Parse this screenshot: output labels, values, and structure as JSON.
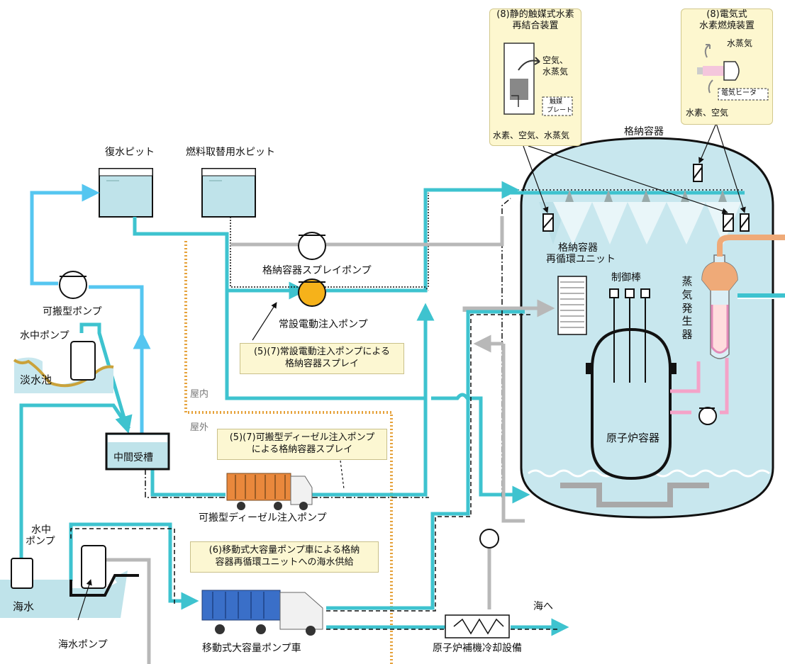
{
  "colors": {
    "water": "#3ec3cf",
    "fresh": "#55c6f0",
    "pipe_gray": "#b8b8b8",
    "vessel_fill": "#c8e7ee",
    "spray": "#b6dde6",
    "note_bg": "#fcf7d2",
    "steam_pipe": "#efaa78",
    "primary_pipe": "#f4a3c8",
    "pump_orange": "#f6b21a",
    "boundary_dots": "#e6a23b"
  },
  "labels": {
    "condensate_pit": "復水ピット",
    "refueling_pit_line1": "燃料取替用水ピット",
    "portable_pump": "可搬型ポンプ",
    "submersible_pump_top": "水中ポンプ",
    "freshwater_pond": "淡水池",
    "intermediate_tank": "中間受槽",
    "submersible_pump_bottom_l1": "水中",
    "submersible_pump_bottom_l2": "ポンプ",
    "seawater": "海水",
    "seawater_pump": "海水ポンプ",
    "spray_pump": "格納容器スプレイポンプ",
    "permanent_injection_pump": "常設電動注入ポンプ",
    "indoor": "屋内",
    "outdoor": "屋外",
    "portable_diesel_pump": "可搬型ディーゼル注入ポンプ",
    "mobile_pump_truck": "移動式大容量ポンプ車",
    "aux_cooling": "原子炉補機冷却設備",
    "to_sea": "海へ",
    "containment": "格納容器",
    "recirc_unit_l1": "格納容器",
    "recirc_unit_l2": "再循環ユニット",
    "control_rods": "制御棒",
    "reactor_vessel": "原子炉容器",
    "steam_generator": [
      "蒸",
      "気",
      "発",
      "生",
      "器"
    ]
  },
  "notes": {
    "note57a_l1": "(5)(7)常設電動注入ポンプによる",
    "note57a_l2": "格納容器スプレイ",
    "note57b_l1": "(5)(7)可搬型ディーゼル注入ポンプ",
    "note57b_l2": "による格納容器スプレイ",
    "note6_l1": "(6)移動式大容量ポンプ車による格納",
    "note6_l2": "容器再循環ユニットへの海水供給"
  },
  "insets": {
    "passive": {
      "title_l1": "(8)静的触媒式水素",
      "title_l2": "再結合装置",
      "out_l1": "空気、",
      "out_l2": "水蒸気",
      "catalyst_l1": "触媒",
      "catalyst_l2": "プレート",
      "in": "水素、空気、水蒸気"
    },
    "electric": {
      "title_l1": "(8)電気式",
      "title_l2": "水素燃焼装置",
      "out": "水蒸気",
      "heater": "電気ヒータ",
      "in": "水素、空気"
    }
  }
}
